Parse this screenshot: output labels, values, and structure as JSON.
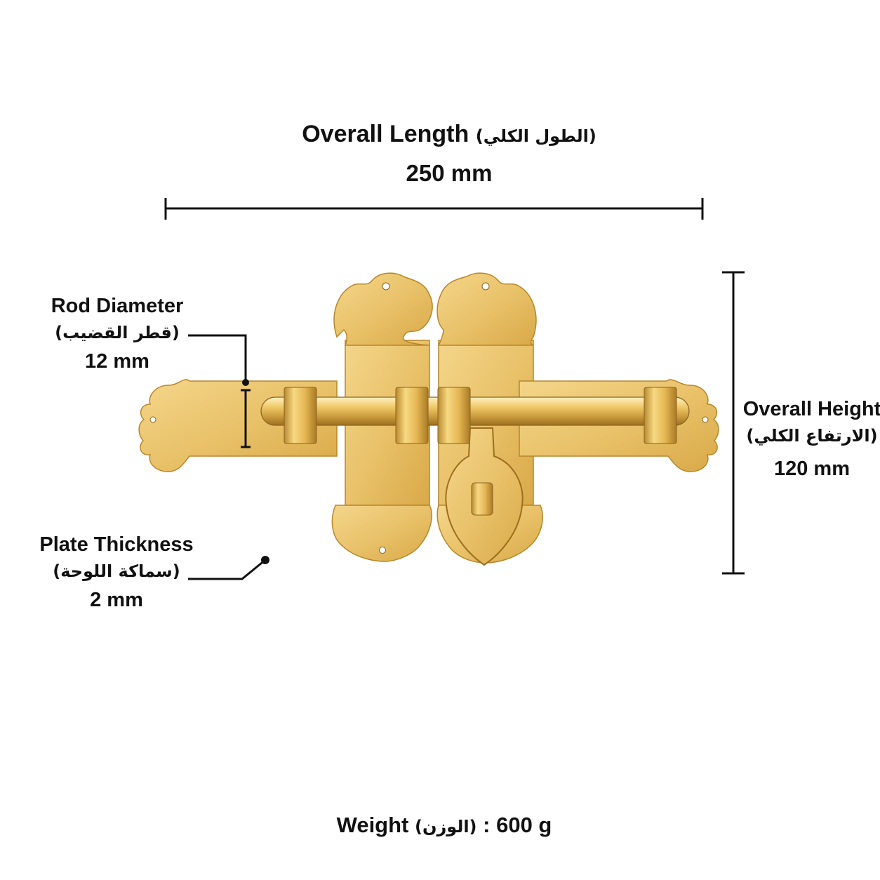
{
  "overall_length": {
    "label_en": "Overall Length",
    "label_ar": "(الطول الكلي)",
    "value": "250 mm"
  },
  "rod_diameter": {
    "label_en": "Rod Diameter",
    "label_ar": "(قطر القضيب)",
    "value": "12 mm"
  },
  "overall_height": {
    "label_en": "Overall Height",
    "label_ar": "(الارتفاع الكلي)",
    "value": "120 mm"
  },
  "plate_thickness": {
    "label_en": "Plate Thickness",
    "label_ar": "(سماكة اللوحة)",
    "value": "2 mm"
  },
  "weight": {
    "label_en": "Weight",
    "label_ar": "(الوزن)",
    "value": ": 600 g"
  },
  "colors": {
    "brass_light": "#f1cf7c",
    "brass_mid": "#e2b356",
    "brass_dark": "#b8862a",
    "line": "#111111"
  },
  "product_icon": "brass-barrel-bolt-latch"
}
